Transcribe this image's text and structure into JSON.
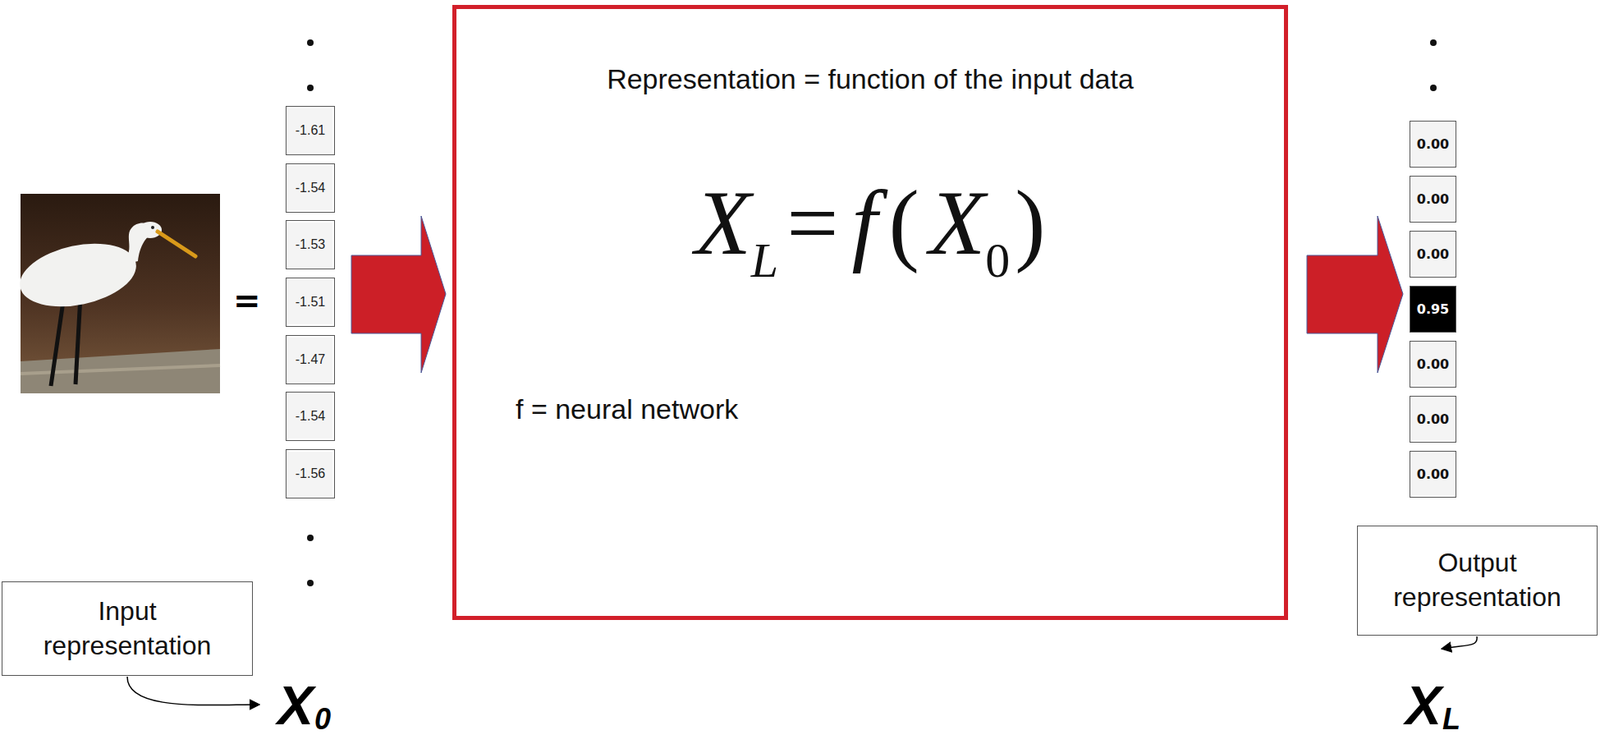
{
  "diagram": {
    "nodes": [
      {
        "text": [
          "-1.61"
        ]
      },
      {
        "text": [
          "-1.54"
        ]
      },
      {
        "text": [
          "-1.53"
        ]
      },
      {
        "text": [
          "-1.51"
        ]
      },
      {
        "text": [
          "-1.47"
        ]
      },
      {
        "text": [
          "-1.54"
        ]
      },
      {
        "text": [
          "-1.56"
        ]
      },
      {
        "text": [
          "Representation = function of the input data",
          "X",
          "L",
          "=",
          "f",
          "(",
          "X",
          "0",
          ")",
          "f = neural network"
        ]
      },
      {
        "text": [
          "0.00"
        ]
      },
      {
        "text": [
          "0.00"
        ]
      },
      {
        "text": [
          "0.00"
        ]
      },
      {
        "text": [
          "0.95"
        ]
      },
      {
        "text": [
          "0.00"
        ]
      },
      {
        "text": [
          "0.00"
        ]
      },
      {
        "text": [
          "0.00"
        ]
      },
      {
        "text": [
          "Input representation"
        ]
      },
      {
        "text": [
          "Output representation"
        ]
      }
    ],
    "labels": [
      "=",
      "X",
      "0",
      "X",
      "L"
    ]
  }
}
